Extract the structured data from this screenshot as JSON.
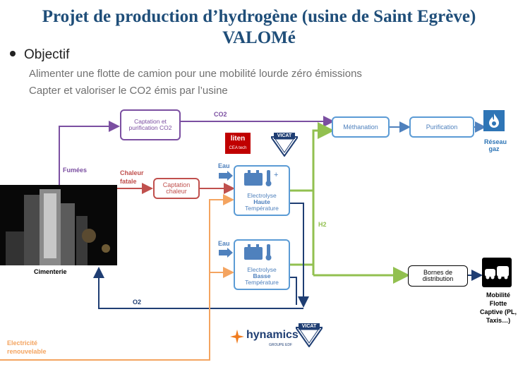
{
  "title": {
    "line1": "Projet de production d’hydrogène (usine de Saint Egrève)",
    "line2": "VALOMé"
  },
  "bullet": {
    "label": "Objectif"
  },
  "objectives": [
    "Alimenter une flotte de camion pour une mobilité lourde zéro émissions",
    "Capter et valoriser le CO2 émis par l’usine"
  ],
  "boxes": {
    "captation_co2": "Captation et purification CO2",
    "methanation": "Méthanation",
    "purification": "Purification",
    "captation_chaleur": "Captation chaleur",
    "electrolyse_ht": {
      "line1": "Electrolyse",
      "line2": "Haute",
      "line3": "Température"
    },
    "electrolyse_bt": {
      "line1": "Electrolyse",
      "line2": "Basse",
      "line3": "Température"
    },
    "bornes": "Bornes de distribution"
  },
  "labels": {
    "co2": "CO2",
    "fumees": "Fumées",
    "chaleur_fatale": "Chaleur fatale",
    "eau_top": "Eau",
    "eau_bottom": "Eau",
    "h2": "H2",
    "o2": "O2",
    "electricite": "Electricité renouvelable",
    "cimenterie": "Cimenterie",
    "reseau_gaz": "Réseau gaz",
    "mobilite": "Mobilité Flotte Captive (PL, Taxis…)"
  },
  "logos": {
    "liten": "liten",
    "liten_sub": "CEA tech",
    "vicat": "VICAT",
    "hynamics": "hynamics",
    "hynamics_sub": "GROUPE EDF"
  },
  "colors": {
    "title": "#1f4e79",
    "purple": "#7b4fa1",
    "red": "#c0504d",
    "blue": "#4f81bd",
    "navy": "#1f3e73",
    "green": "#92c050",
    "orange": "#f4a460",
    "light_blue": "#5b9bd5"
  },
  "icons": [
    "gas-flame-icon",
    "battery-icon",
    "thermometer-icon",
    "vehicles-icon",
    "water-arrow-icon"
  ]
}
